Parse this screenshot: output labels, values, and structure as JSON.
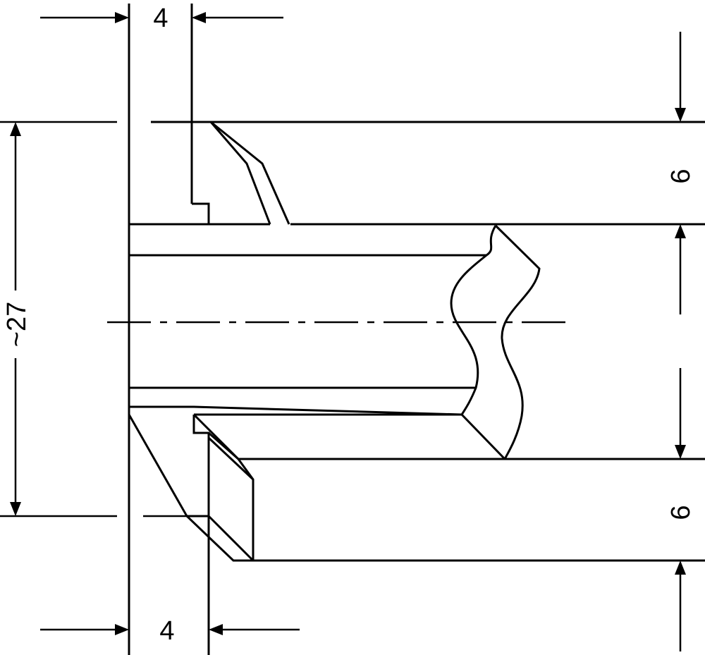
{
  "dimensions": {
    "top_gap": "4",
    "bottom_gap": "4",
    "overall_height": "~27",
    "upper_thickness": "6",
    "lower_thickness": "6"
  },
  "colors": {
    "line": "#000000",
    "background": "#ffffff"
  }
}
